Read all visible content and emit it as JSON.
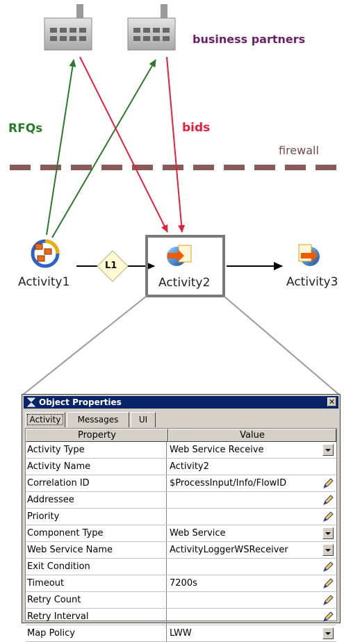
{
  "diagram": {
    "labels": {
      "business_partners": "business partners",
      "rfqs": "RFQs",
      "bids": "bids",
      "firewall": "firewall",
      "link": "L1"
    },
    "activities": [
      {
        "label": "Activity1",
        "icon": "process-icon"
      },
      {
        "label": "Activity2",
        "icon": "web-service-receive-icon"
      },
      {
        "label": "Activity3",
        "icon": "web-service-send-icon"
      }
    ],
    "colors": {
      "rfq": "#2b7a2b",
      "bids": "#e51f3c",
      "firewall": "#8a5a5a",
      "partners_text": "#6b1f6b"
    }
  },
  "dialog": {
    "title": "Object Properties",
    "close_icon": "close-icon",
    "tabs": [
      "Activity",
      "Messages",
      "UI"
    ],
    "active_tab": "Activity",
    "columns": [
      "Property",
      "Value"
    ],
    "rows": [
      {
        "property": "Activity Type",
        "value": "Web Service Receive",
        "control": "dropdown"
      },
      {
        "property": "Activity Name",
        "value": "Activity2",
        "control": "none"
      },
      {
        "property": "Correlation ID",
        "value": "$ProcessInput/Info/FlowID",
        "control": "edit"
      },
      {
        "property": "Addressee",
        "value": "",
        "control": "edit"
      },
      {
        "property": "Priority",
        "value": "",
        "control": "edit"
      },
      {
        "property": "Component Type",
        "value": "Web Service",
        "control": "dropdown"
      },
      {
        "property": "Web Service Name",
        "value": "ActivityLoggerWSReceiver",
        "control": "dropdown"
      },
      {
        "property": "Exit Condition",
        "value": "",
        "control": "edit"
      },
      {
        "property": "Timeout",
        "value": "7200s",
        "control": "edit"
      },
      {
        "property": "Retry Count",
        "value": "",
        "control": "edit"
      },
      {
        "property": "Retry Interval",
        "value": "",
        "control": "edit"
      },
      {
        "property": "Map Policy",
        "value": "LWW",
        "control": "dropdown"
      }
    ]
  }
}
